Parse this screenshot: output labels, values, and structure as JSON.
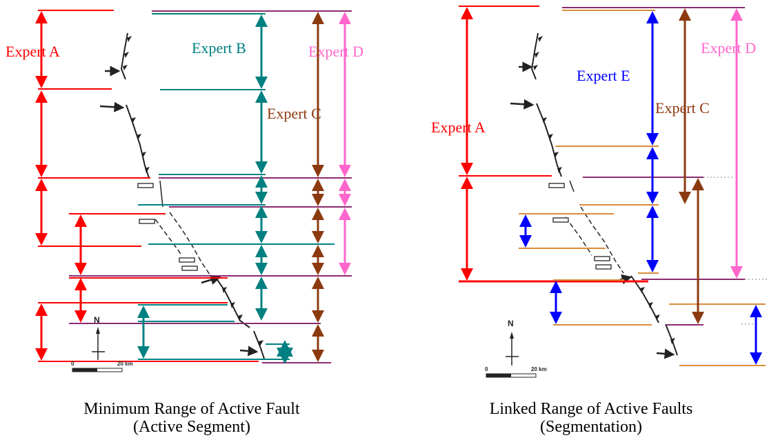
{
  "panels": [
    {
      "caption_line1": "Minimum Range of Active Fault",
      "caption_line2": "(Active Segment)",
      "labels": [
        {
          "text": "Expert A",
          "color": "#ff0000"
        },
        {
          "text": "Expert B",
          "color": "#008080"
        },
        {
          "text": "Expert C",
          "color": "#8b3a0f"
        },
        {
          "text": "Expert D",
          "color": "#ff66cc"
        }
      ],
      "north": "N",
      "scale_zero": "0",
      "scale_label": "20 km"
    },
    {
      "caption_line1": "Linked Range of Active Faults",
      "caption_line2": "(Segmentation)",
      "labels": [
        {
          "text": "Expert A",
          "color": "#ff0000"
        },
        {
          "text": "Expert E",
          "color": "#0000ff"
        },
        {
          "text": "Expert C",
          "color": "#8b3a0f"
        },
        {
          "text": "Expert D",
          "color": "#ff66cc"
        }
      ],
      "north": "N",
      "scale_zero": "0",
      "scale_label": "20 km"
    }
  ],
  "colors": {
    "expert_a": "#ff0000",
    "expert_b": "#008080",
    "expert_c": "#8b3a0f",
    "expert_d": "#ff66cc",
    "expert_e": "#0000ff",
    "boundary_orange": "#d98c3a",
    "boundary_purple": "#8b2a6e"
  }
}
